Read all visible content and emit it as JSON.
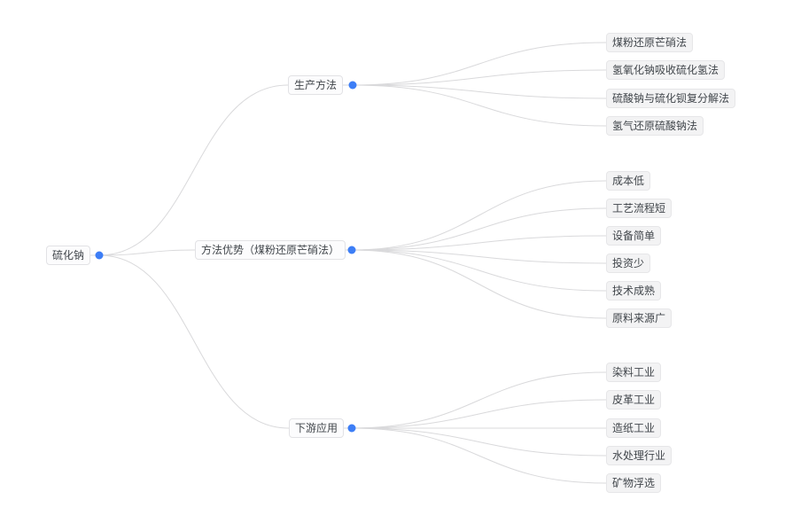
{
  "palette": {
    "canvas_bg": "#ffffff",
    "line_color": "#d9d9db",
    "dot_color": "#3d7ef6",
    "text_color": "#41464b",
    "leaf_bg": "#f3f3f4",
    "leaf_border": "#e6e6e8",
    "branch_bg": "#fcfcfd",
    "branch_border": "#e2e2e5"
  },
  "mindmap": {
    "root": {
      "label": "硫化钠"
    },
    "branches": [
      {
        "label": "生产方法",
        "children": [
          {
            "label": "煤粉还原芒硝法"
          },
          {
            "label": "氢氧化钠吸收硫化氢法"
          },
          {
            "label": "硫酸钠与硫化钡复分解法"
          },
          {
            "label": "氢气还原硫酸钠法"
          }
        ]
      },
      {
        "label": "方法优势（煤粉还原芒硝法）",
        "children": [
          {
            "label": "成本低"
          },
          {
            "label": "工艺流程短"
          },
          {
            "label": "设备简单"
          },
          {
            "label": "投资少"
          },
          {
            "label": "技术成熟"
          },
          {
            "label": "原料来源广"
          }
        ]
      },
      {
        "label": "下游应用",
        "children": [
          {
            "label": "染料工业"
          },
          {
            "label": "皮革工业"
          },
          {
            "label": "造纸工业"
          },
          {
            "label": "水处理行业"
          },
          {
            "label": "矿物浮选"
          }
        ]
      }
    ]
  }
}
